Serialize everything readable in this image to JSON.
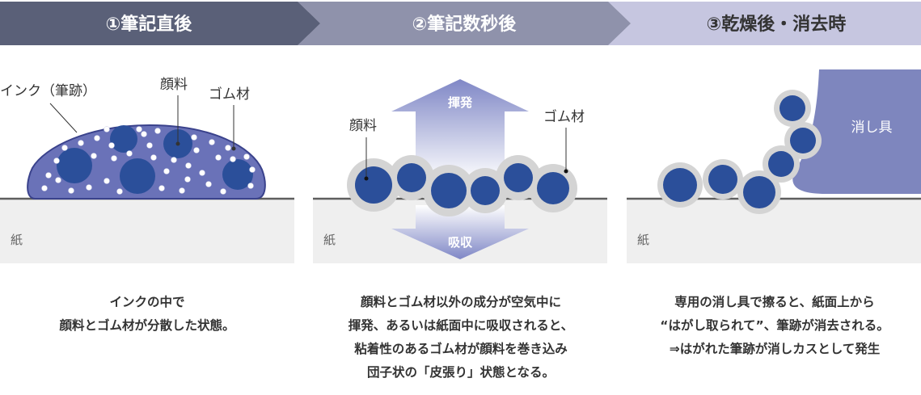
{
  "colors": {
    "header1": "#5a6078",
    "header2": "#8f92ab",
    "header3": "#c6c6e0",
    "ink_body": "#6a72b8",
    "pigment": "#2b4f9a",
    "rubber": "#d4d4d4",
    "paper": "#efefef",
    "eraser": "#7e86be"
  },
  "steps": [
    {
      "header": "①筆記直後",
      "labels": {
        "ink": "インク（筆跡）",
        "pigment": "顔料",
        "rubber": "ゴム材",
        "paper": "紙"
      },
      "caption": [
        "インクの中で",
        "顔料とゴム材が分散した状態。"
      ]
    },
    {
      "header": "②筆記数秒後",
      "labels": {
        "volatilize": "揮発",
        "absorb": "吸収",
        "pigment": "顔料",
        "rubber": "ゴム材",
        "paper": "紙"
      },
      "caption": [
        "顔料とゴム材以外の成分が空気中に",
        "揮発、あるいは紙面中に吸収されると、",
        "粘着性のあるゴム材が顔料を巻き込み",
        "団子状の「皮張り」状態となる。"
      ]
    },
    {
      "header": "③乾燥後・消去時",
      "labels": {
        "eraser": "消し具",
        "paper": "紙"
      },
      "caption": [
        "専用の消し具で擦ると、紙面上から",
        "“はがし取られて”、筆跡が消去される。",
        "⇒はがれた筆跡が消しカスとして発生"
      ]
    }
  ]
}
